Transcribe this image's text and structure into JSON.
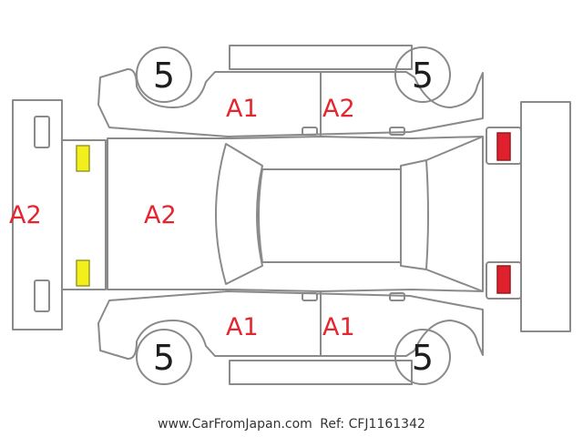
{
  "inspection_codes": {
    "front_bumper": "A2",
    "hood": "A2",
    "front_left_door": "A1",
    "rear_left_door": "A2",
    "front_right_door": "A1",
    "rear_right_door": "A1"
  },
  "tire_ratings": {
    "top_left": "5",
    "top_right": "5",
    "bottom_left": "5",
    "bottom_right": "5"
  },
  "marker_colors": {
    "front_lights": "#f2ef1a",
    "rear_lights": "#e0202c",
    "code_text": "#e3262f"
  },
  "footer": {
    "site": "www.CarFromJapan.com",
    "ref": "Ref: CFJ1161342"
  }
}
